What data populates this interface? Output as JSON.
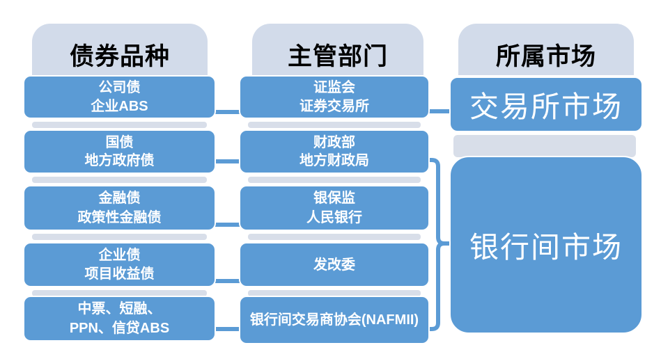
{
  "colors": {
    "box_blue": "#5B9BD5",
    "light_back": "#D8DEE9",
    "header_back": "#D2DBEA",
    "header_text": "#000000",
    "box_text": "#FFFFFF"
  },
  "columns": {
    "bonds": {
      "header": "债券品种",
      "rows": [
        {
          "l1": "公司债",
          "l2": "企业ABS"
        },
        {
          "l1": "国债",
          "l2": "地方政府债"
        },
        {
          "l1": "金融债",
          "l2": "政策性金融债"
        },
        {
          "l1": "企业债",
          "l2": "项目收益债"
        },
        {
          "l1": "中票、短融、",
          "l2": "PPN、信贷ABS"
        }
      ]
    },
    "regulators": {
      "header": "主管部门",
      "rows": [
        {
          "l1": "证监会",
          "l2": "证券交易所"
        },
        {
          "l1": "财政部",
          "l2": "地方财政局"
        },
        {
          "l1": "银保监",
          "l2": "人民银行"
        },
        {
          "l1": "发改委"
        },
        {
          "l1": "银行间交易商协会(NAFMII)"
        }
      ]
    },
    "markets": {
      "header": "所属市场",
      "exchange": "交易所市场",
      "interbank": "银行间市场"
    }
  }
}
